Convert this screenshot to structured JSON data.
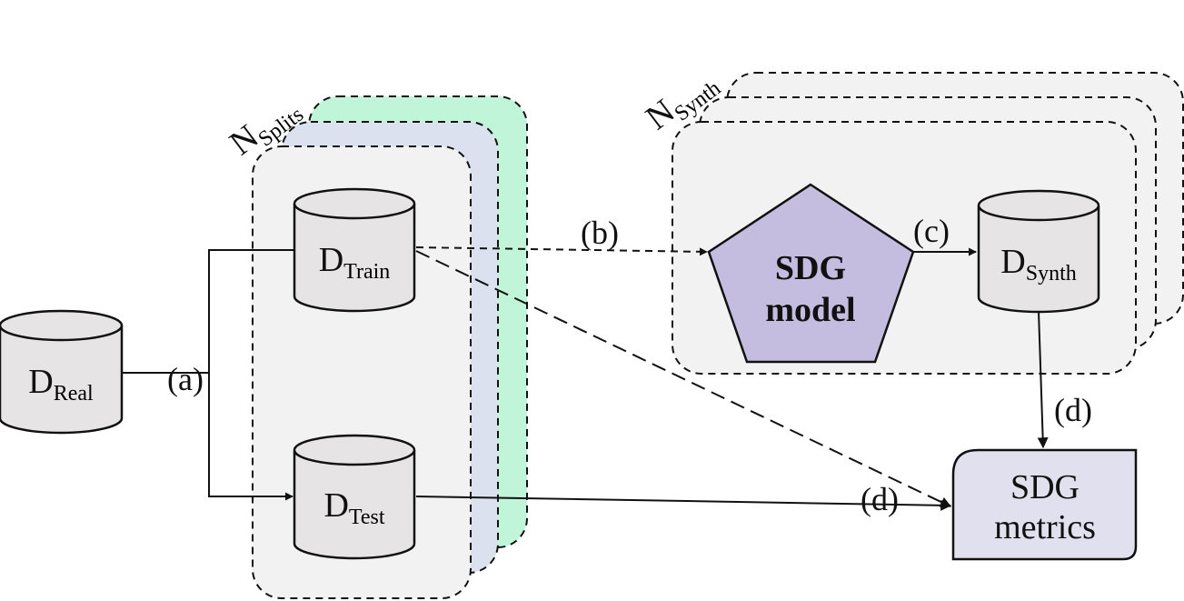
{
  "nodes": {
    "d_real": {
      "main": "D",
      "sub": "Real"
    },
    "d_train": {
      "main": "D",
      "sub": "Train"
    },
    "d_test": {
      "main": "D",
      "sub": "Test"
    },
    "d_synth": {
      "main": "D",
      "sub": "Synth"
    },
    "sdg_model": {
      "line1": "SDG",
      "line2": "model"
    },
    "sdg_metrics": {
      "line1": "SDG",
      "line2": "metrics"
    }
  },
  "stacks": {
    "splits": {
      "main": "N",
      "sub": "Splits"
    },
    "synth": {
      "main": "N",
      "sub": "Synth"
    }
  },
  "edges": {
    "a": "(a)",
    "b": "(b)",
    "c": "(c)",
    "d_synth_metrics": "(d)",
    "d_test_metrics": "(d)"
  },
  "colors": {
    "split_back": "#c1f5d9",
    "split_mid": "#dce1f0",
    "split_front": "#f2f2f2",
    "synth_panel": "#f2f2f2",
    "cylinder": "#e6e4e5",
    "sdg_model_fill": "#c4bddf",
    "sdg_metrics_fill": "#e1e0ee"
  }
}
